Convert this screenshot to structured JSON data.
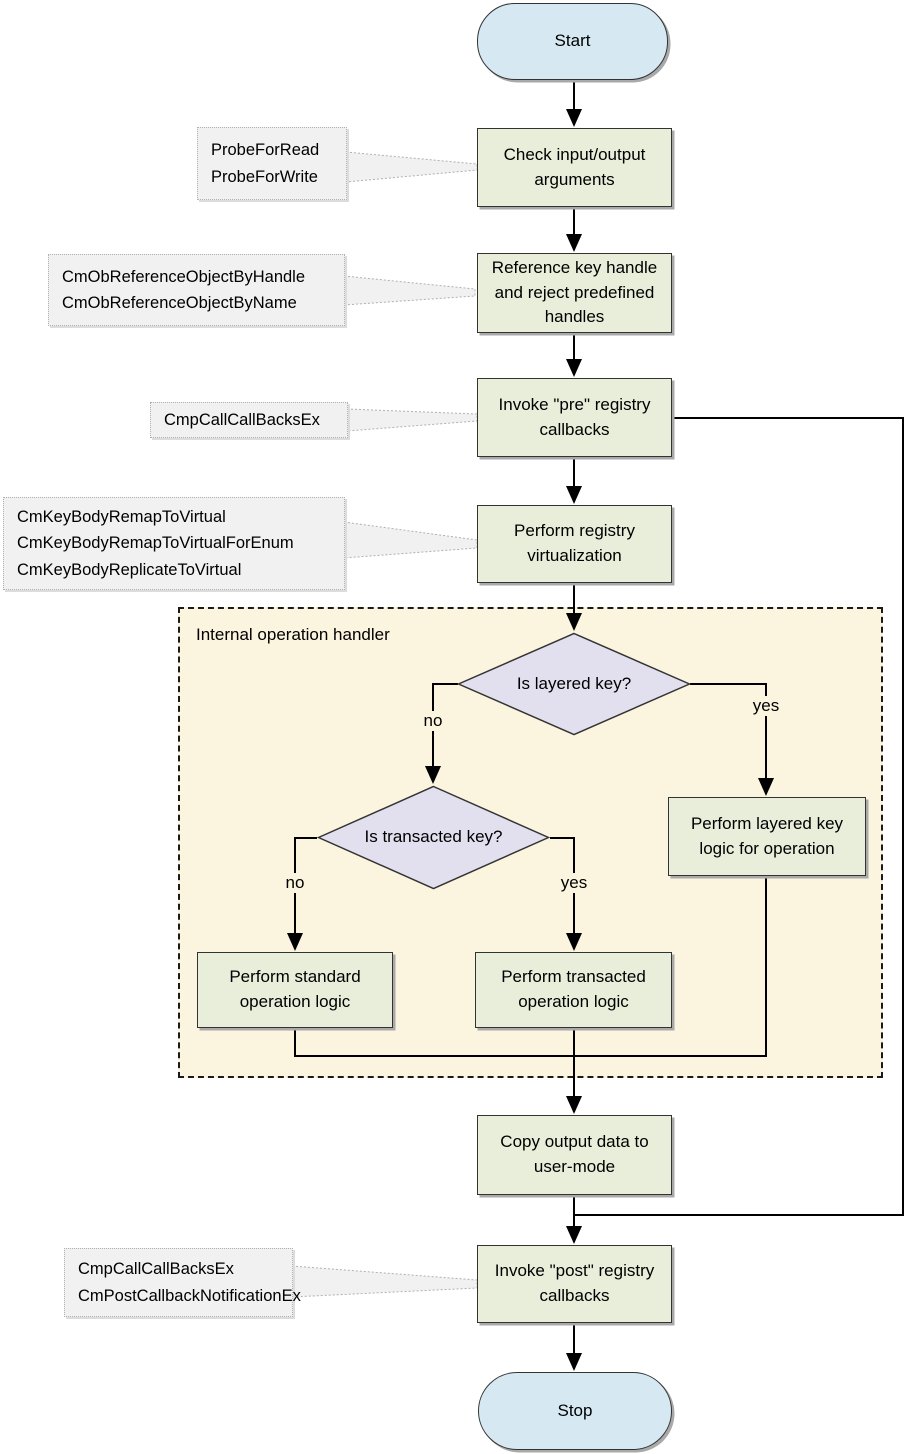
{
  "region": {
    "label": "Internal operation handler"
  },
  "nodes": {
    "start": "Start",
    "check_arguments": "Check input/output arguments",
    "reference_handle": "Reference key handle and reject predefined handles",
    "invoke_pre": "Invoke \"pre\" registry callbacks",
    "virtualization": "Perform registry virtualization",
    "is_layered": "Is layered key?",
    "is_transacted": "Is transacted key?",
    "layered_logic": "Perform layered key logic for operation",
    "standard_logic": "Perform standard operation logic",
    "transacted_logic": "Perform transacted operation logic",
    "copy_output": "Copy output data to user-mode",
    "invoke_post": "Invoke \"post\" registry callbacks",
    "stop": "Stop"
  },
  "edge_labels": {
    "layered_no": "no",
    "layered_yes": "yes",
    "transacted_no": "no",
    "transacted_yes": "yes"
  },
  "annotations": [
    {
      "target": "check_arguments",
      "lines": [
        "ProbeForRead",
        "ProbeForWrite"
      ]
    },
    {
      "target": "reference_handle",
      "lines": [
        "CmObReferenceObjectByHandle",
        "CmObReferenceObjectByName"
      ]
    },
    {
      "target": "invoke_pre",
      "lines": [
        "CmpCallCallBacksEx"
      ]
    },
    {
      "target": "virtualization",
      "lines": [
        "CmKeyBodyRemapToVirtual",
        "CmKeyBodyRemapToVirtualForEnum",
        "CmKeyBodyReplicateToVirtual"
      ]
    },
    {
      "target": "invoke_post",
      "lines": [
        "CmpCallCallBacksEx",
        "CmPostCallbackNotificationEx"
      ]
    }
  ],
  "colors": {
    "process_fill": "#e9eedb",
    "process_border": "#333333",
    "terminator_fill": "#d6e9f2",
    "decision_fill": "#e2e0ee",
    "region_fill": "#fbf4df",
    "region_border": "#1a1a1a",
    "annotation_fill": "#f1f1f1",
    "annotation_border": "#b0b0b0",
    "line": "#000000",
    "shadow": "#a9a9a9"
  }
}
